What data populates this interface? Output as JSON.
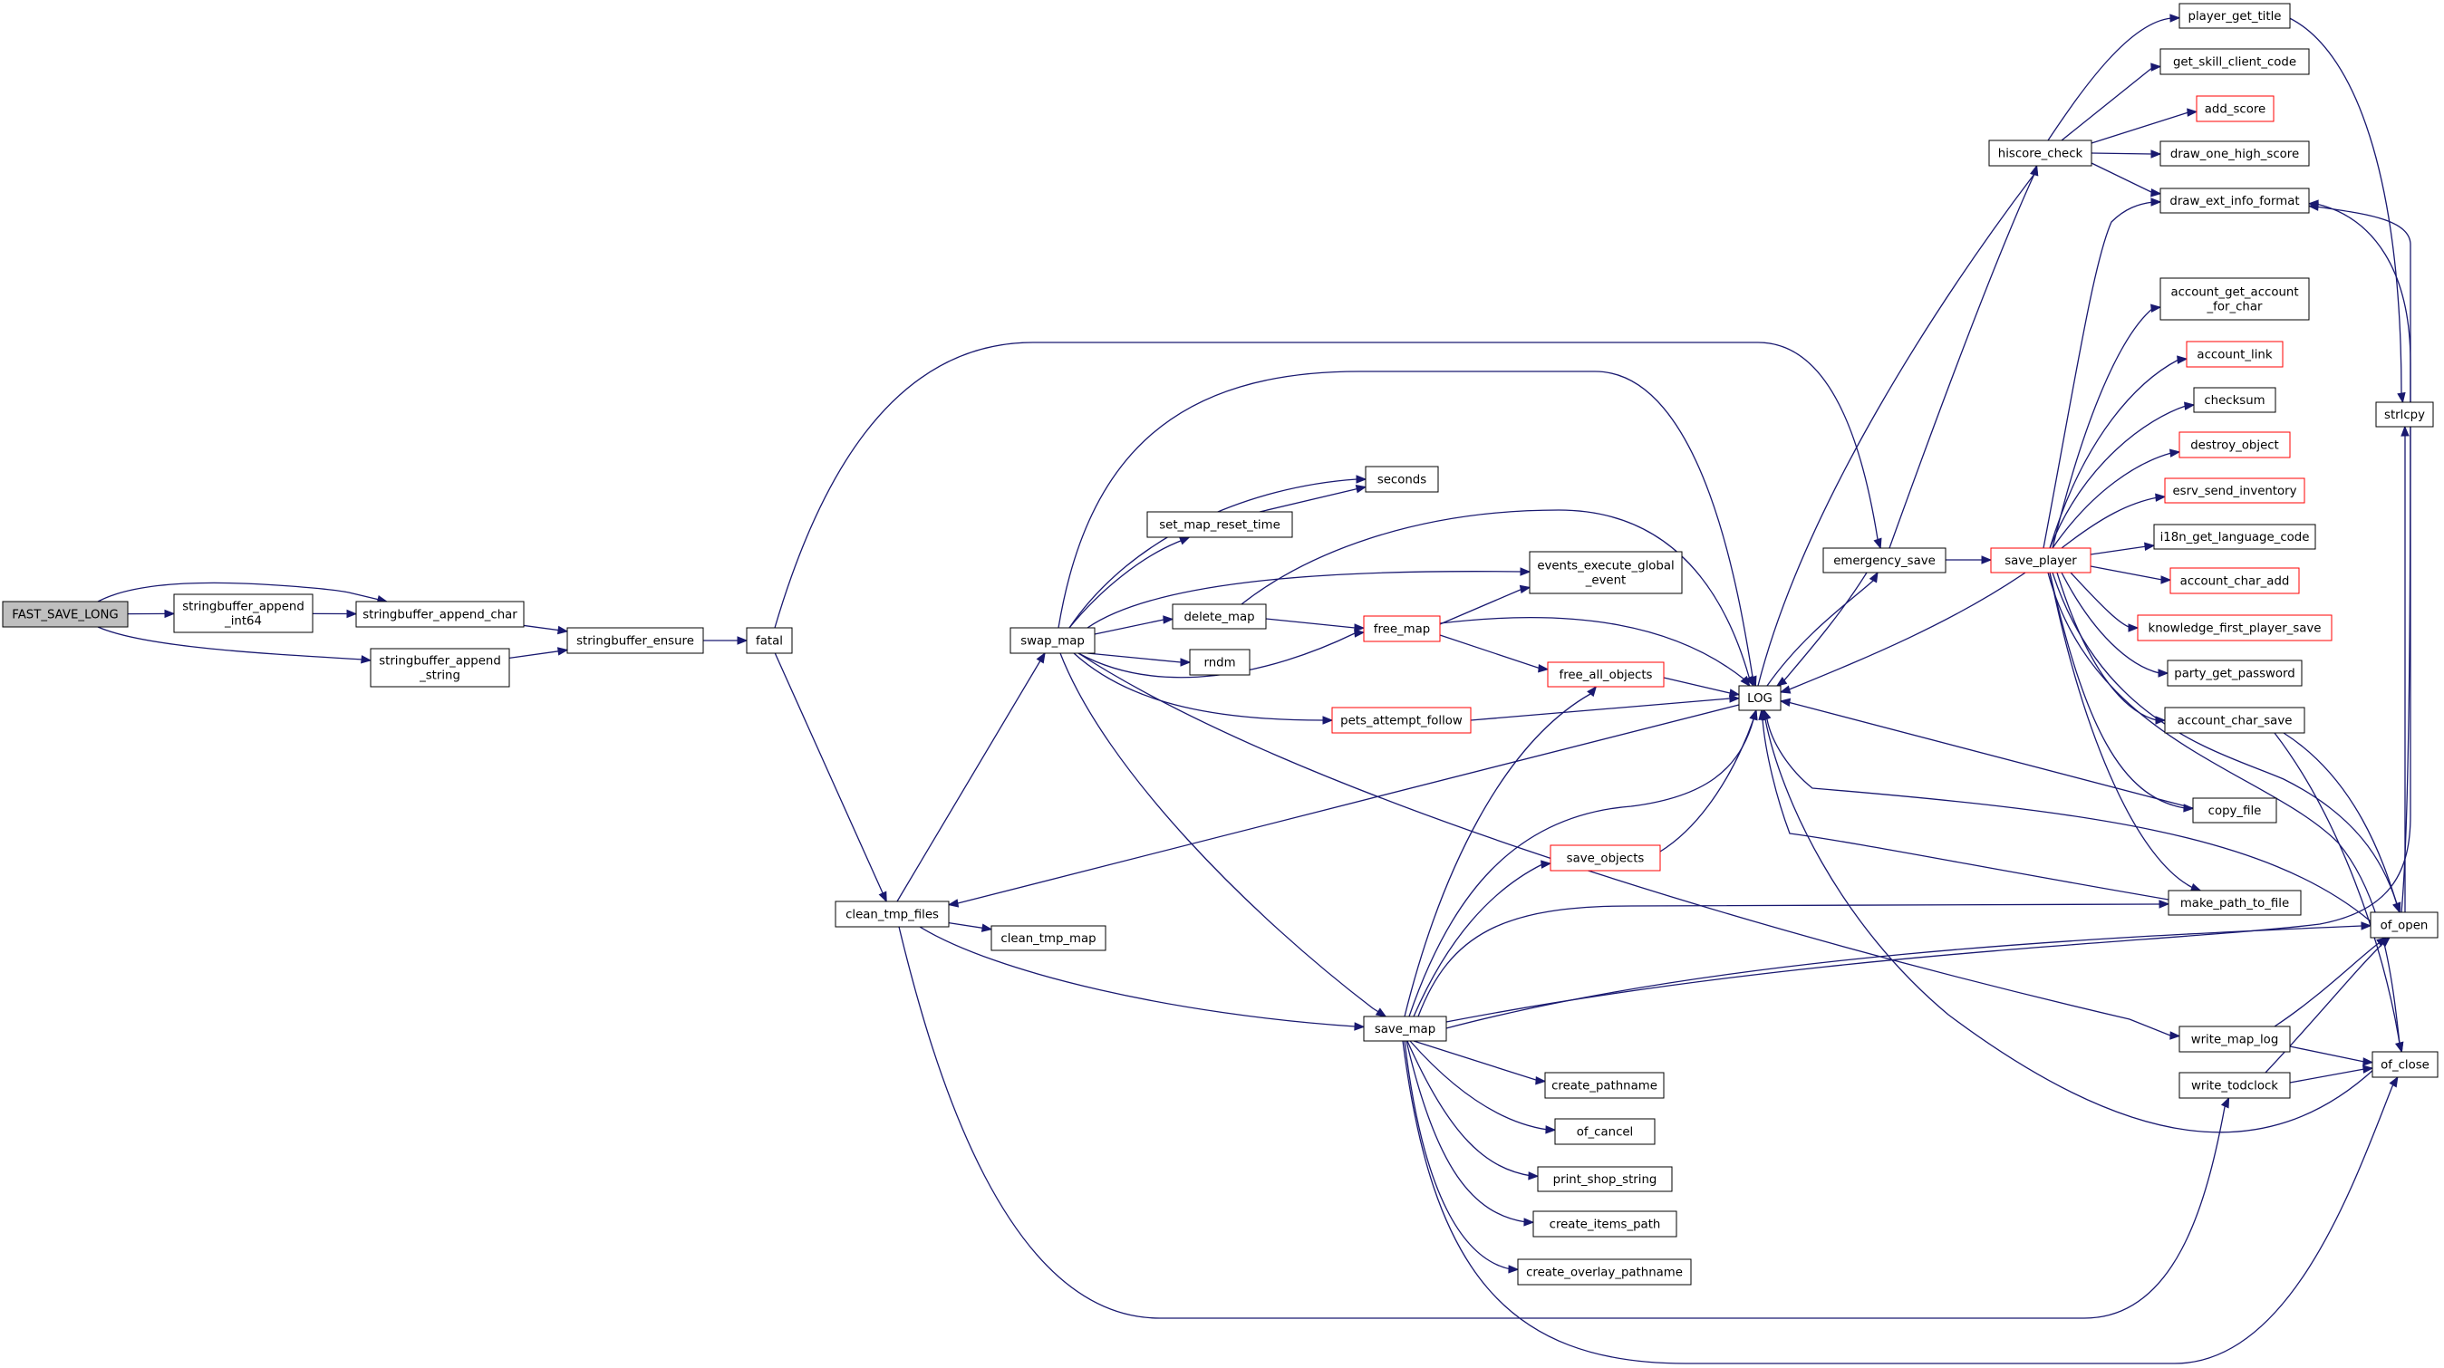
{
  "nodes": [
    {
      "id": "FAST_SAVE_LONG",
      "lines": [
        "FAST_SAVE_LONG"
      ],
      "root": true
    },
    {
      "id": "sb_append_int64",
      "lines": [
        "stringbuffer_append",
        "_int64"
      ]
    },
    {
      "id": "sb_append_char",
      "lines": [
        "stringbuffer_append_char"
      ]
    },
    {
      "id": "sb_append_string",
      "lines": [
        "stringbuffer_append",
        "_string"
      ]
    },
    {
      "id": "sb_ensure",
      "lines": [
        "stringbuffer_ensure"
      ]
    },
    {
      "id": "fatal",
      "lines": [
        "fatal"
      ]
    },
    {
      "id": "clean_tmp_files",
      "lines": [
        "clean_tmp_files"
      ]
    },
    {
      "id": "clean_tmp_map",
      "lines": [
        "clean_tmp_map"
      ]
    },
    {
      "id": "swap_map",
      "lines": [
        "swap_map"
      ]
    },
    {
      "id": "set_map_reset_time",
      "lines": [
        "set_map_reset_time"
      ]
    },
    {
      "id": "seconds",
      "lines": [
        "seconds"
      ]
    },
    {
      "id": "delete_map",
      "lines": [
        "delete_map"
      ]
    },
    {
      "id": "rndm",
      "lines": [
        "rndm"
      ]
    },
    {
      "id": "free_map",
      "lines": [
        "free_map"
      ],
      "truncated": true
    },
    {
      "id": "events_execute_global_event",
      "lines": [
        "events_execute_global",
        "_event"
      ]
    },
    {
      "id": "free_all_objects",
      "lines": [
        "free_all_objects"
      ],
      "truncated": true
    },
    {
      "id": "pets_attempt_follow",
      "lines": [
        "pets_attempt_follow"
      ],
      "truncated": true
    },
    {
      "id": "save_objects",
      "lines": [
        "save_objects"
      ],
      "truncated": true
    },
    {
      "id": "save_map",
      "lines": [
        "save_map"
      ]
    },
    {
      "id": "create_pathname",
      "lines": [
        "create_pathname"
      ]
    },
    {
      "id": "of_cancel",
      "lines": [
        "of_cancel"
      ]
    },
    {
      "id": "print_shop_string",
      "lines": [
        "print_shop_string"
      ]
    },
    {
      "id": "create_items_path",
      "lines": [
        "create_items_path"
      ]
    },
    {
      "id": "create_overlay_pathname",
      "lines": [
        "create_overlay_pathname"
      ]
    },
    {
      "id": "LOG",
      "lines": [
        "LOG"
      ]
    },
    {
      "id": "emergency_save",
      "lines": [
        "emergency_save"
      ]
    },
    {
      "id": "hiscore_check",
      "lines": [
        "hiscore_check"
      ]
    },
    {
      "id": "save_player",
      "lines": [
        "save_player"
      ],
      "truncated": true
    },
    {
      "id": "player_get_title",
      "lines": [
        "player_get_title"
      ]
    },
    {
      "id": "get_skill_client_code",
      "lines": [
        "get_skill_client_code"
      ]
    },
    {
      "id": "add_score",
      "lines": [
        "add_score"
      ],
      "truncated": true
    },
    {
      "id": "draw_one_high_score",
      "lines": [
        "draw_one_high_score"
      ]
    },
    {
      "id": "draw_ext_info_format",
      "lines": [
        "draw_ext_info_format"
      ]
    },
    {
      "id": "account_get_account_for_char",
      "lines": [
        "account_get_account",
        "_for_char"
      ]
    },
    {
      "id": "account_link",
      "lines": [
        "account_link"
      ],
      "truncated": true
    },
    {
      "id": "checksum",
      "lines": [
        "checksum"
      ]
    },
    {
      "id": "destroy_object",
      "lines": [
        "destroy_object"
      ],
      "truncated": true
    },
    {
      "id": "esrv_send_inventory",
      "lines": [
        "esrv_send_inventory"
      ],
      "truncated": true
    },
    {
      "id": "i18n_get_language_code",
      "lines": [
        "i18n_get_language_code"
      ]
    },
    {
      "id": "account_char_add",
      "lines": [
        "account_char_add"
      ],
      "truncated": true
    },
    {
      "id": "knowledge_first_player_save",
      "lines": [
        "knowledge_first_player_save"
      ],
      "truncated": true
    },
    {
      "id": "party_get_password",
      "lines": [
        "party_get_password"
      ]
    },
    {
      "id": "account_char_save",
      "lines": [
        "account_char_save"
      ]
    },
    {
      "id": "copy_file",
      "lines": [
        "copy_file"
      ]
    },
    {
      "id": "make_path_to_file",
      "lines": [
        "make_path_to_file"
      ]
    },
    {
      "id": "write_map_log",
      "lines": [
        "write_map_log"
      ]
    },
    {
      "id": "write_todclock",
      "lines": [
        "write_todclock"
      ]
    },
    {
      "id": "strlcpy",
      "lines": [
        "strlcpy"
      ]
    },
    {
      "id": "of_open",
      "lines": [
        "of_open"
      ]
    },
    {
      "id": "of_close",
      "lines": [
        "of_close"
      ]
    }
  ],
  "edges": [
    [
      "FAST_SAVE_LONG",
      "sb_append_int64"
    ],
    [
      "FAST_SAVE_LONG",
      "sb_append_char"
    ],
    [
      "FAST_SAVE_LONG",
      "sb_append_string"
    ],
    [
      "sb_append_int64",
      "sb_append_char"
    ],
    [
      "sb_append_char",
      "sb_ensure"
    ],
    [
      "sb_append_string",
      "sb_ensure"
    ],
    [
      "sb_ensure",
      "fatal"
    ],
    [
      "fatal",
      "clean_tmp_files"
    ],
    [
      "fatal",
      "emergency_save"
    ],
    [
      "clean_tmp_files",
      "swap_map"
    ],
    [
      "clean_tmp_files",
      "clean_tmp_map"
    ],
    [
      "clean_tmp_files",
      "save_map"
    ],
    [
      "clean_tmp_files",
      "write_todclock"
    ],
    [
      "swap_map",
      "seconds"
    ],
    [
      "swap_map",
      "set_map_reset_time"
    ],
    [
      "swap_map",
      "delete_map"
    ],
    [
      "swap_map",
      "rndm"
    ],
    [
      "swap_map",
      "free_map"
    ],
    [
      "swap_map",
      "events_execute_global_event"
    ],
    [
      "swap_map",
      "pets_attempt_follow"
    ],
    [
      "swap_map",
      "LOG"
    ],
    [
      "swap_map",
      "save_map"
    ],
    [
      "swap_map",
      "write_map_log"
    ],
    [
      "set_map_reset_time",
      "seconds"
    ],
    [
      "delete_map",
      "free_map"
    ],
    [
      "delete_map",
      "LOG"
    ],
    [
      "free_map",
      "events_execute_global_event"
    ],
    [
      "free_map",
      "free_all_objects"
    ],
    [
      "free_map",
      "LOG"
    ],
    [
      "free_all_objects",
      "LOG"
    ],
    [
      "pets_attempt_follow",
      "LOG"
    ],
    [
      "save_objects",
      "LOG"
    ],
    [
      "save_map",
      "free_all_objects"
    ],
    [
      "save_map",
      "save_objects"
    ],
    [
      "save_map",
      "LOG"
    ],
    [
      "save_map",
      "make_path_to_file"
    ],
    [
      "save_map",
      "of_open"
    ],
    [
      "save_map",
      "create_pathname"
    ],
    [
      "save_map",
      "of_cancel"
    ],
    [
      "save_map",
      "print_shop_string"
    ],
    [
      "save_map",
      "create_items_path"
    ],
    [
      "save_map",
      "create_overlay_pathname"
    ],
    [
      "save_map",
      "of_close"
    ],
    [
      "save_map",
      "draw_ext_info_format"
    ],
    [
      "LOG",
      "clean_tmp_files"
    ],
    [
      "LOG",
      "emergency_save"
    ],
    [
      "LOG",
      "hiscore_check"
    ],
    [
      "emergency_save",
      "LOG"
    ],
    [
      "emergency_save",
      "save_player"
    ],
    [
      "emergency_save",
      "hiscore_check"
    ],
    [
      "hiscore_check",
      "player_get_title"
    ],
    [
      "hiscore_check",
      "get_skill_client_code"
    ],
    [
      "hiscore_check",
      "add_score"
    ],
    [
      "hiscore_check",
      "draw_one_high_score"
    ],
    [
      "hiscore_check",
      "draw_ext_info_format"
    ],
    [
      "player_get_title",
      "strlcpy"
    ],
    [
      "save_player",
      "LOG"
    ],
    [
      "save_player",
      "draw_ext_info_format"
    ],
    [
      "save_player",
      "account_get_account_for_char"
    ],
    [
      "save_player",
      "account_link"
    ],
    [
      "save_player",
      "checksum"
    ],
    [
      "save_player",
      "destroy_object"
    ],
    [
      "save_player",
      "esrv_send_inventory"
    ],
    [
      "save_player",
      "i18n_get_language_code"
    ],
    [
      "save_player",
      "account_char_add"
    ],
    [
      "save_player",
      "knowledge_first_player_save"
    ],
    [
      "save_player",
      "party_get_password"
    ],
    [
      "save_player",
      "account_char_save"
    ],
    [
      "save_player",
      "copy_file"
    ],
    [
      "save_player",
      "make_path_to_file"
    ],
    [
      "save_player",
      "of_open"
    ],
    [
      "save_player",
      "of_close"
    ],
    [
      "account_char_save",
      "of_open"
    ],
    [
      "account_char_save",
      "of_close"
    ],
    [
      "copy_file",
      "LOG"
    ],
    [
      "make_path_to_file",
      "LOG"
    ],
    [
      "write_map_log",
      "of_open"
    ],
    [
      "write_map_log",
      "of_close"
    ],
    [
      "write_todclock",
      "of_open"
    ],
    [
      "write_todclock",
      "of_close"
    ],
    [
      "of_open",
      "LOG"
    ],
    [
      "of_open",
      "strlcpy"
    ],
    [
      "of_open",
      "draw_ext_info_format"
    ],
    [
      "of_close",
      "LOG"
    ]
  ]
}
